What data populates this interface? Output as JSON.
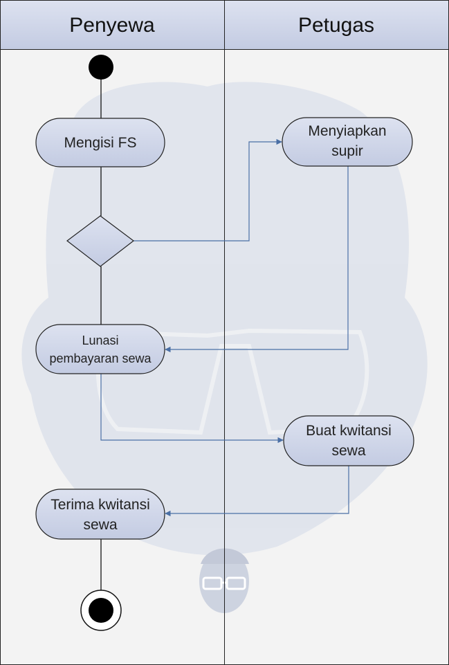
{
  "lanes": {
    "left": "Penyewa",
    "right": "Petugas"
  },
  "nodes": {
    "mengisi_fs": "Mengisi FS",
    "menyiapkan_supir": [
      "Menyiapkan",
      "supir"
    ],
    "lunasi": [
      "Lunasi",
      "pembayaran sewa"
    ],
    "buat_kwitansi": [
      "Buat kwitansi",
      "sewa"
    ],
    "terima_kwitansi": [
      "Terima kwitansi",
      "sewa"
    ]
  },
  "colors": {
    "header_fill": "#ccd3e6",
    "node_fill": "#ccd3e6",
    "line_flow": "#4a6fa5",
    "line_black": "#111111",
    "watermark": "#dde2ee"
  }
}
